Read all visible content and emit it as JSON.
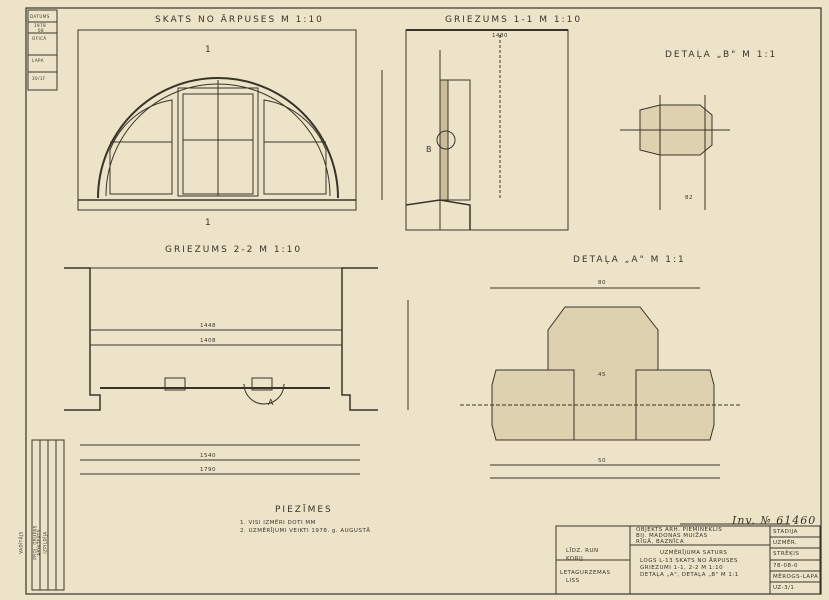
{
  "headings": {
    "view_outside": "SKATS NO ĀRPUSES M 1:10",
    "section_1_1": "GRIEZUMS 1-1 M 1:10",
    "detail_b": "DETAĻA „B\" M 1:1",
    "section_2_2": "GRIEZUMS 2-2 M 1:10",
    "detail_a": "DETAĻA „A\" M 1:1"
  },
  "markers": {
    "cut_top": "1",
    "cut_bottom": "1",
    "detail_a_ref": "A",
    "detail_b_ref": "B"
  },
  "notes": {
    "title": "PIEZĪMES",
    "items": [
      "1.  VISI IZMĒRI DOTI MM",
      "2.  UZMĒRĪJUMI VEIKTI 1978. g. AUGUSTĀ"
    ]
  },
  "dimensions": {
    "s11_top": "1480",
    "s22_span1": "1448",
    "s22_span2": "1408",
    "s22_bottom": "1540",
    "s22_total": "1790",
    "da_top": "80",
    "da_mid": "50",
    "da_h": "45",
    "db_w": "82"
  },
  "title_block": {
    "inventory": "Inv. № 61460",
    "object": [
      "OBJEKTS ARH. PIEMINEKLIS",
      "BIJ. MADONAS MUIŽAS",
      "RĪGĀ, BAZNĪCA"
    ],
    "left": [
      "LĪDZ. RUN",
      "KORIJ.",
      "LETAGURZEMAS",
      "LISS"
    ],
    "content": [
      "UZMĒRĪJUMA SATURS",
      "LOGS L-13  SKATS NO ĀRPUSES",
      "GRIEZUMI 1-1, 2-2 M 1:10",
      "DETAĻA „A\", DETAĻA „B\" M 1:1"
    ],
    "right": [
      "STADIJA",
      "UZMĒR.",
      "STRĒĶIS",
      "78-08-0",
      "MĒROGS-LAPA",
      "UZ-3/1"
    ]
  },
  "stamp_left": [
    "DATUMS",
    "1978",
    "08",
    "OFICĀ",
    "LAPA",
    "30/1F"
  ],
  "signature_column": [
    "VADĪTĀJS",
    "PROJ. GRUPAS",
    "ARHITEKTS",
    "IZPILDĪJA"
  ]
}
